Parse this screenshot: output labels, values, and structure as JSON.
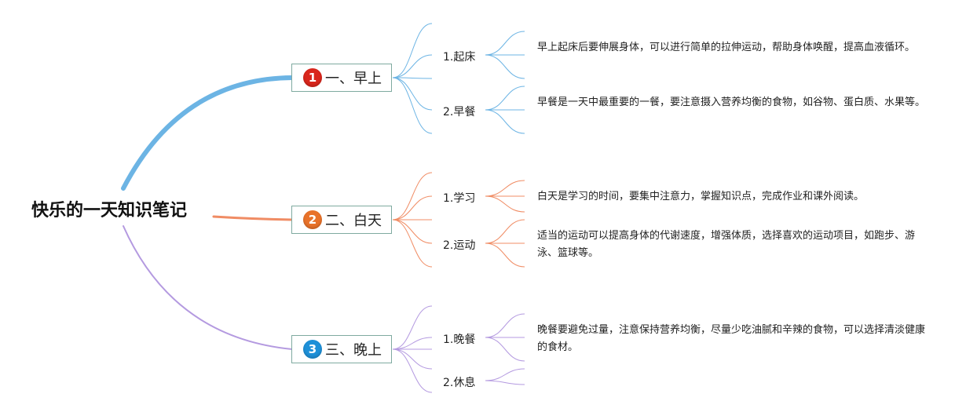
{
  "title": "快乐的一天知识笔记",
  "branches": [
    {
      "badge": "1",
      "color": "#6cb4e4",
      "badge_color": "#d9261c",
      "label": "一、早上",
      "items": [
        {
          "label": "1.起床",
          "note": "早上起床后要伸展身体，可以进行简单的拉伸运动，帮助身体唤醒，提高血液循环。"
        },
        {
          "label": "2.早餐",
          "note": "早餐是一天中最重要的一餐，要注意摄入营养均衡的食物，如谷物、蛋白质、水果等。"
        }
      ]
    },
    {
      "badge": "2",
      "color": "#f08c64",
      "badge_color": "#e8722a",
      "label": "二、白天",
      "items": [
        {
          "label": "1.学习",
          "note": "白天是学习的时间，要集中注意力，掌握知识点，完成作业和课外阅读。"
        },
        {
          "label": "2.运动",
          "note": "适当的运动可以提高身体的代谢速度，增强体质，选择喜欢的运动项目，如跑步、游泳、篮球等。"
        }
      ]
    },
    {
      "badge": "3",
      "color": "#b49ae0",
      "badge_color": "#1e90d8",
      "label": "三、晚上",
      "items": [
        {
          "label": "1.晚餐",
          "note": "晚餐要避免过量，注意保持营养均衡，尽量少吃油腻和辛辣的食物，可以选择清淡健康的食材。"
        },
        {
          "label": "2.休息",
          "note": ""
        }
      ]
    }
  ]
}
